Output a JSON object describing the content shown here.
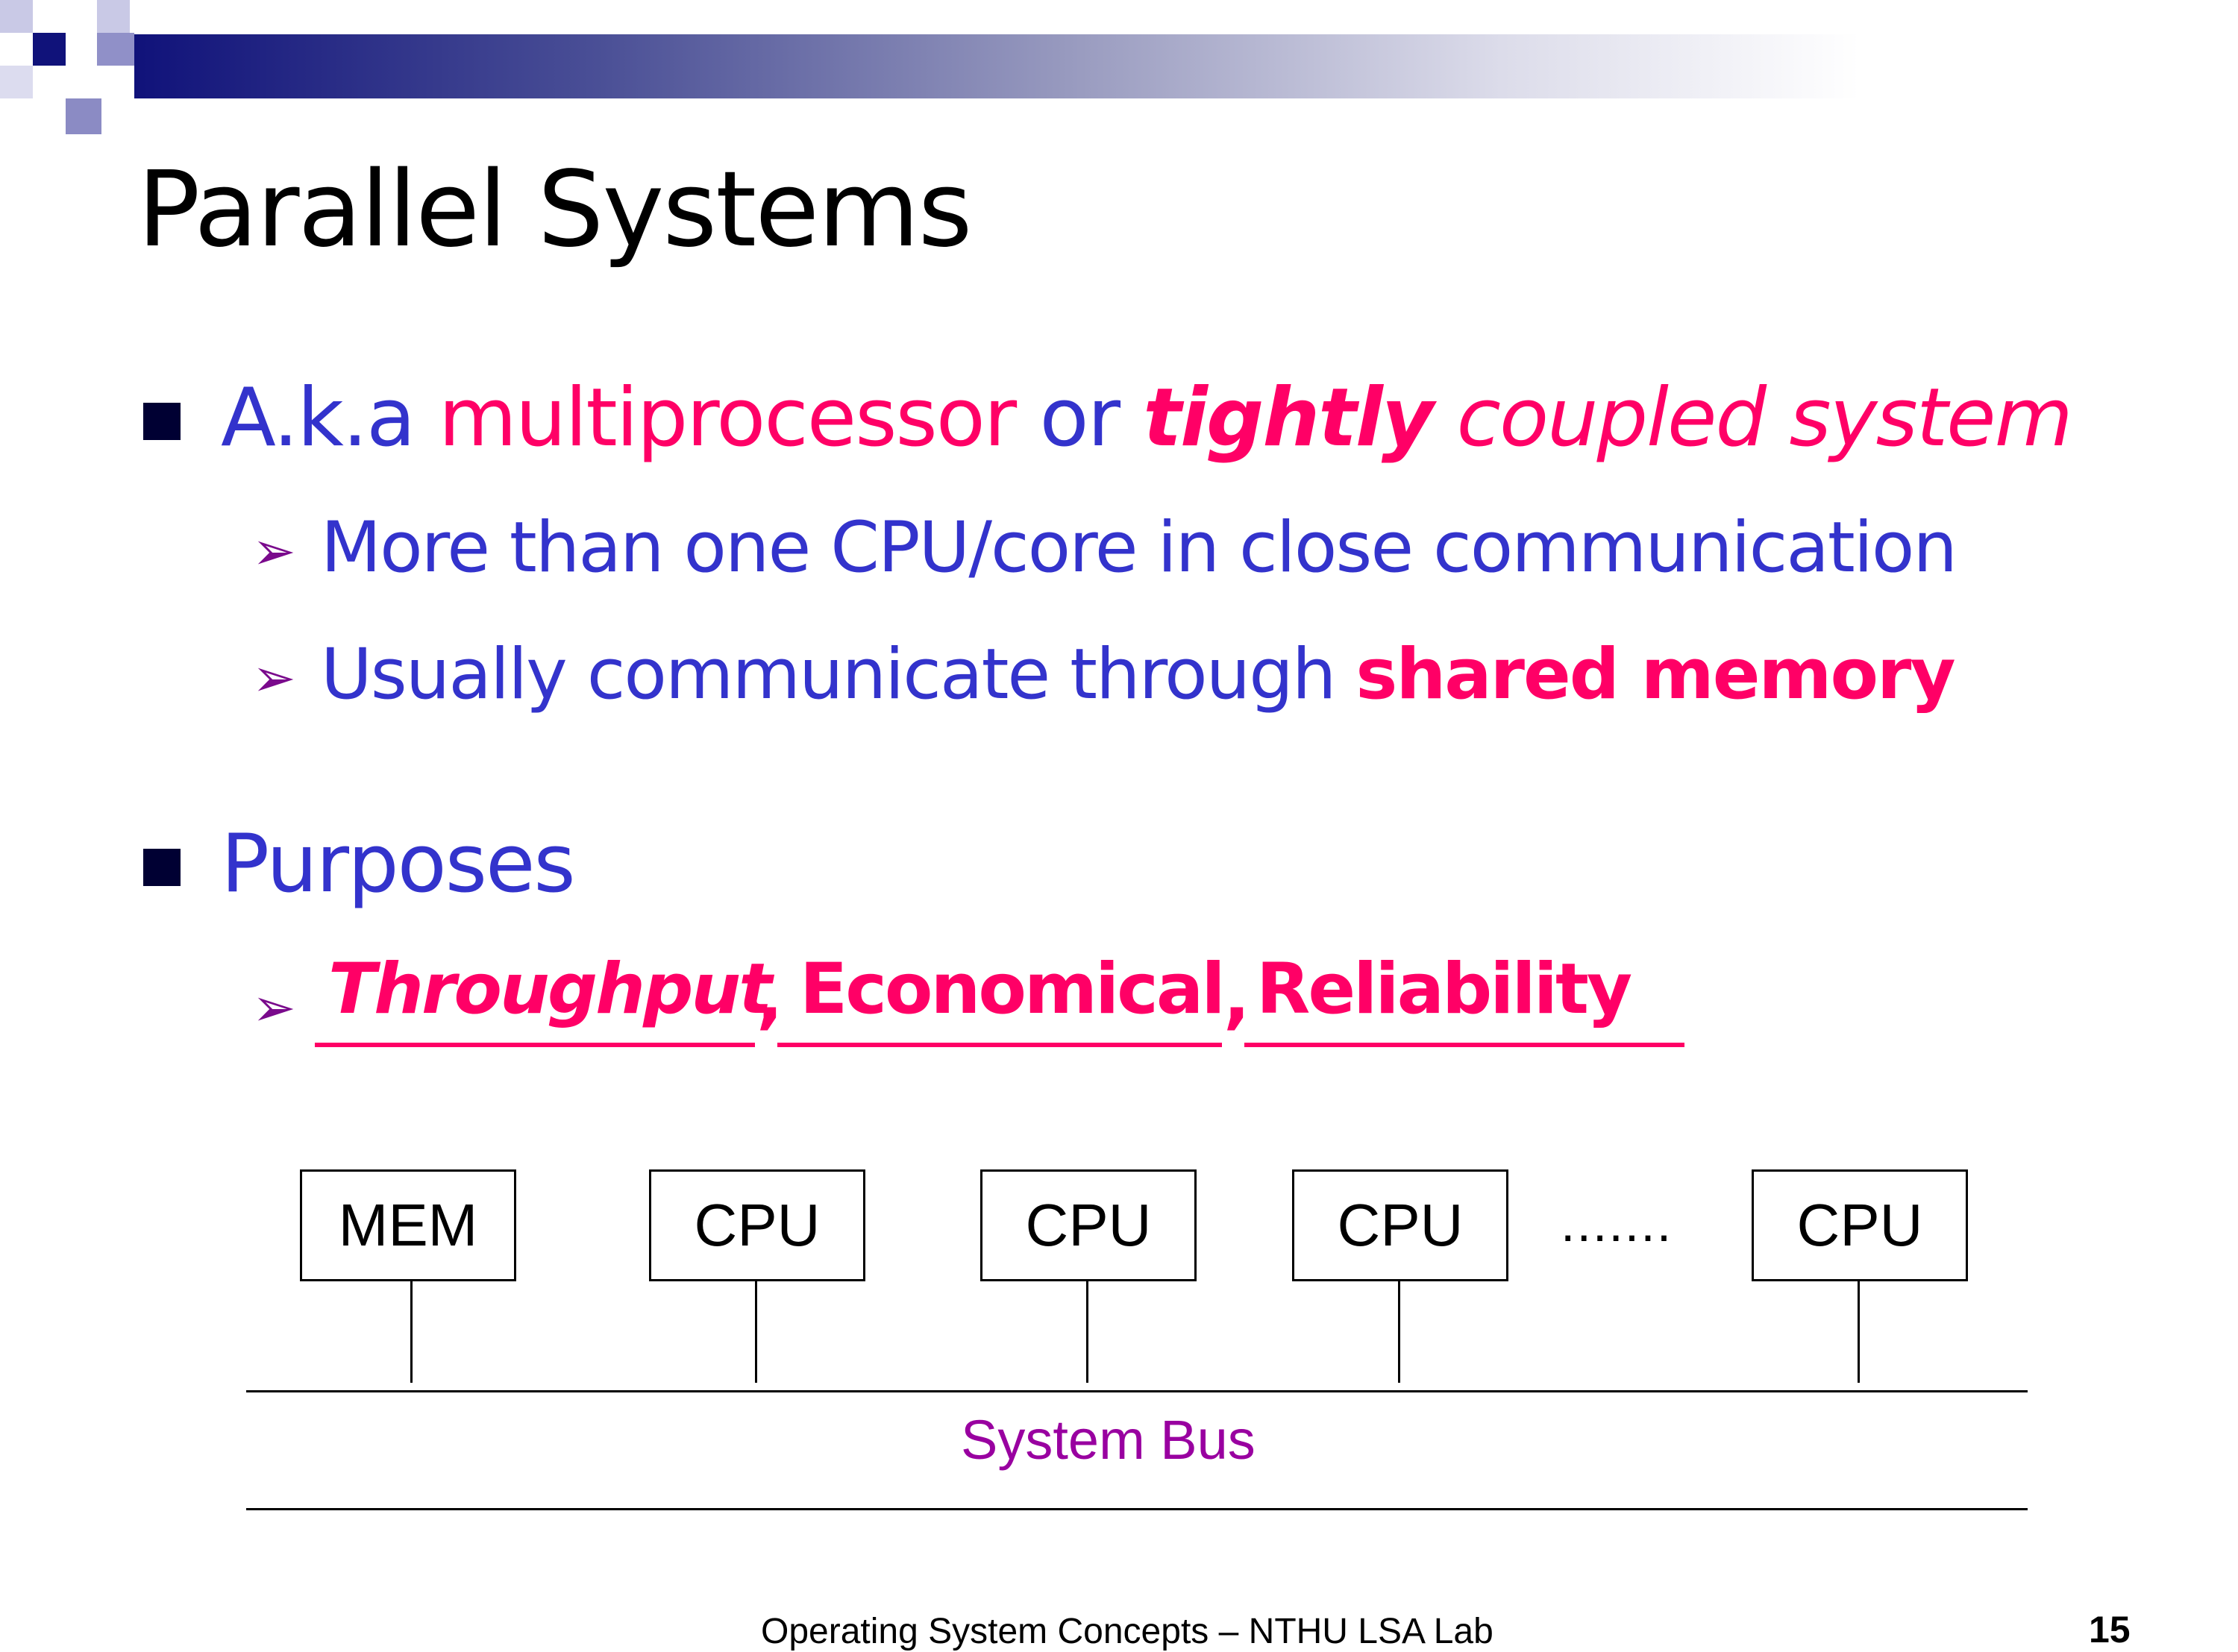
{
  "title": "Parallel Systems",
  "bullet1": {
    "part1": "A.k.a ",
    "part2": "multiprocessor",
    "part3": " or ",
    "part4": "tightly",
    "part5": " coupled system"
  },
  "sub1": "More than one CPU/core in close communication",
  "sub2": {
    "part1": "Usually communicate through ",
    "part2": "shared memory"
  },
  "bullet2": "Purposes",
  "purposes": {
    "item1": "Throughput",
    "item2": "Economical",
    "item3": "Reliability",
    "separator": ","
  },
  "diagram": {
    "boxes": [
      "MEM",
      "CPU",
      "CPU",
      "CPU",
      "CPU"
    ],
    "ellipsis": ".......",
    "bus_label": "System Bus"
  },
  "footer": {
    "text": "Operating System Concepts – NTHU LSA Lab",
    "page_number": "15"
  },
  "colors": {
    "header_dark": "#10127a",
    "body_text": "#3333cc",
    "highlight": "#ff0066",
    "arrow": "#7a0a8c",
    "bus_label": "#9900a0"
  }
}
